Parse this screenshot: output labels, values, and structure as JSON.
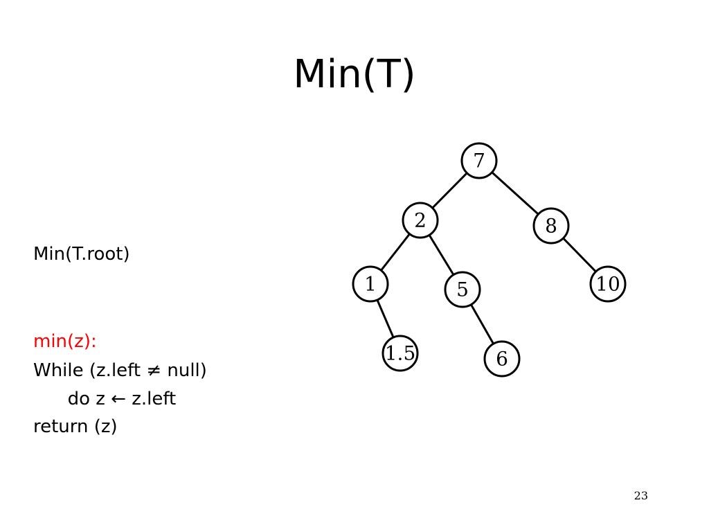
{
  "slide": {
    "title": "Min(T)",
    "page_number": "23"
  },
  "code": {
    "call": "Min(T.root)",
    "function_label": "min(z):",
    "lines": [
      "While (z.left ≠ null)",
      "      do z ← z.left",
      "return (z)"
    ]
  },
  "tree": {
    "nodes": [
      {
        "id": "n7",
        "label": "7"
      },
      {
        "id": "n2",
        "label": "2"
      },
      {
        "id": "n8",
        "label": "8"
      },
      {
        "id": "n1",
        "label": "1"
      },
      {
        "id": "n5",
        "label": "5"
      },
      {
        "id": "n10",
        "label": "10"
      },
      {
        "id": "n1_5",
        "label": "1.5"
      },
      {
        "id": "n6",
        "label": "6"
      }
    ],
    "edges": [
      [
        "n7",
        "n2"
      ],
      [
        "n7",
        "n8"
      ],
      [
        "n2",
        "n1"
      ],
      [
        "n2",
        "n5"
      ],
      [
        "n8",
        "n10"
      ],
      [
        "n1",
        "n1_5"
      ],
      [
        "n5",
        "n6"
      ]
    ]
  }
}
